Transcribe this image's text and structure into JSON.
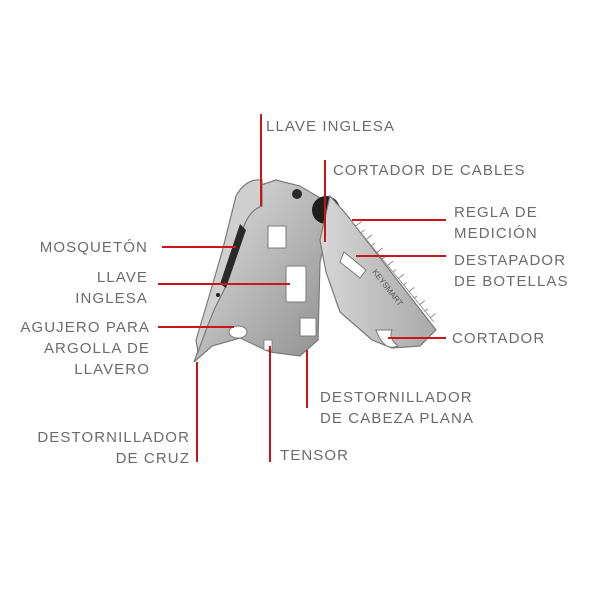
{
  "colors": {
    "leader": "#c8161d",
    "label_text": "#6b6b6b",
    "steel_light": "#c9c9c9",
    "steel_dark": "#8a8a8a",
    "background": "#ffffff"
  },
  "tool": {
    "engraving": "KEYSMART"
  },
  "labels": {
    "llave_inglesa_top": [
      "LLAVE INGLESA"
    ],
    "cortador_cables": [
      "CORTADOR DE CABLES"
    ],
    "regla": [
      "REGLA DE",
      "MEDICIÓN"
    ],
    "mosqueton": [
      "MOSQUETÓN"
    ],
    "destapador": [
      "DESTAPADOR",
      "DE BOTELLAS"
    ],
    "llave_inglesa_mid": [
      "LLAVE",
      "INGLESA"
    ],
    "agujero": [
      "AGUJERO PARA",
      "ARGOLLA DE",
      "LLAVERO"
    ],
    "cortador": [
      "CORTADOR"
    ],
    "destornillador_plana": [
      "DESTORNILLADOR",
      "DE CABEZA PLANA"
    ],
    "destornillador_cruz": [
      "DESTORNILLADOR",
      "DE CRUZ"
    ],
    "tensor": [
      "TENSOR"
    ]
  }
}
